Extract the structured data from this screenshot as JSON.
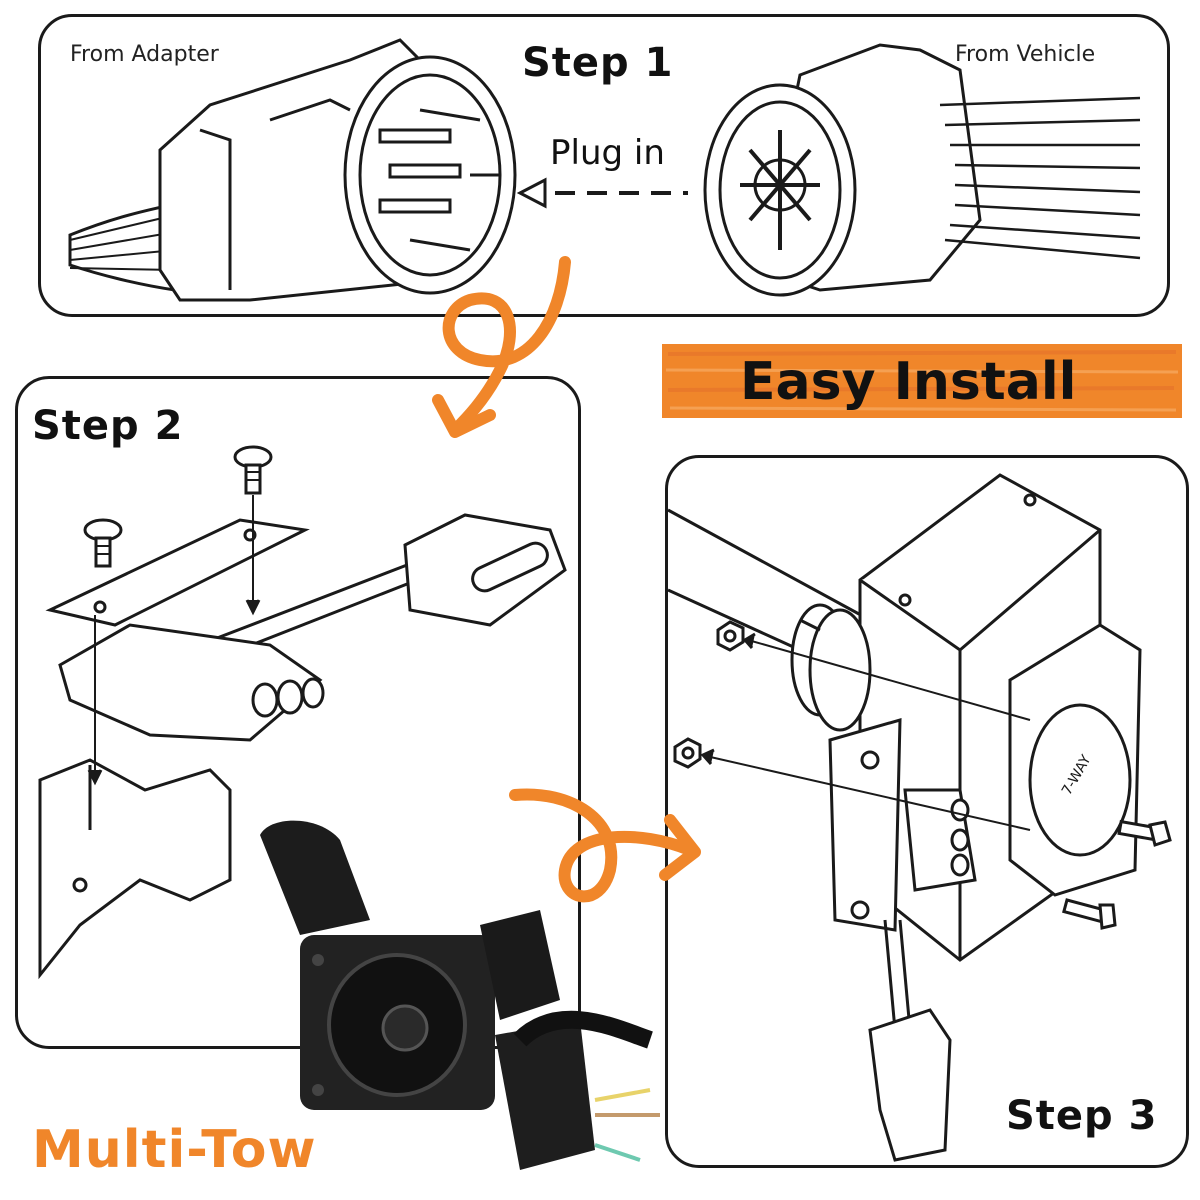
{
  "step1": {
    "title": "Step 1",
    "left_label": "From Adapter",
    "right_label": "From Vehicle",
    "action_label": "Plug in"
  },
  "step2": {
    "title": "Step 2"
  },
  "step3": {
    "title": "Step 3"
  },
  "banner": {
    "text": "Easy Install"
  },
  "brand": {
    "name": "Multi-Tow"
  },
  "colors": {
    "accent_orange": "#f0862a",
    "outline": "#1a1a1a",
    "socket_black": "#1c1c1c"
  }
}
